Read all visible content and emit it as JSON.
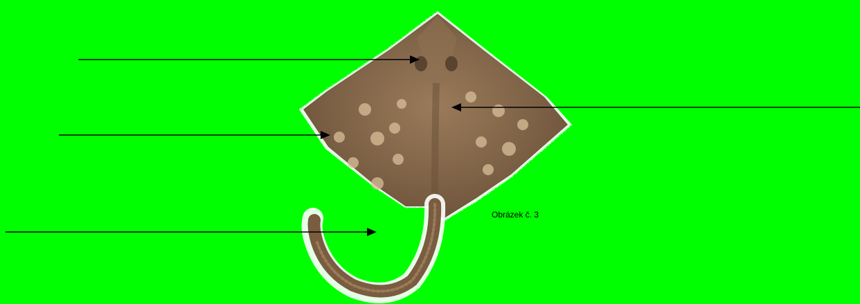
{
  "figure": {
    "caption": "Obrázek č. 3",
    "background_color": "#00ff00",
    "subject_icon": "skate-ray-illustration",
    "arrow_color": "#000000",
    "arrow_count": 4
  }
}
